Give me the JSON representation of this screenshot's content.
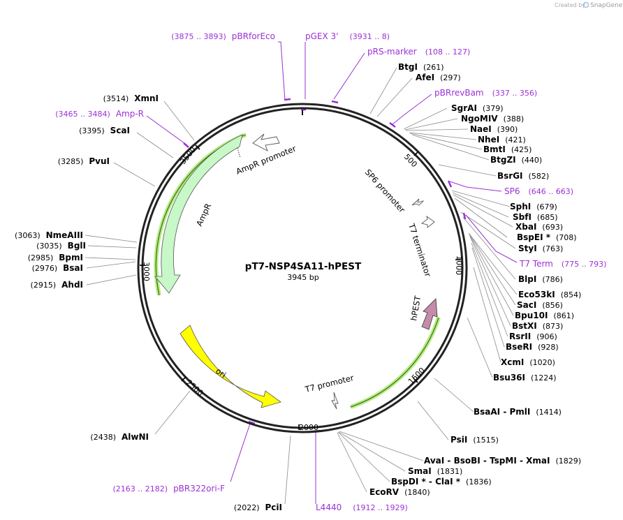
{
  "plasmid": {
    "name": "pT7-NSP4SA11-hPEST",
    "size_label": "3945 bp",
    "length": 3945
  },
  "credit": {
    "text": "Created by",
    "brand": "SnapGene"
  },
  "colors": {
    "primer": "#9b30d6",
    "ori": "#ffff00",
    "amp": "#c8f7c8",
    "hpest": "#c48ca8",
    "highlight": "#b5ec7c"
  },
  "ticks": [
    "500",
    "1000",
    "1500",
    "2000",
    "2500",
    "3000",
    "3500"
  ],
  "features": {
    "ampr_promoter": "AmpR promoter",
    "ampr": "AmpR",
    "sp6_promoter": "SP6 promoter",
    "t7_terminator": "T7 terminator",
    "hpest": "hPEST",
    "ori": "ori",
    "t7_promoter": "T7 promoter"
  },
  "sites_right": [
    {
      "name": "BtgI",
      "pos": "(261)"
    },
    {
      "name": "AfeI",
      "pos": "(297)"
    },
    {
      "name": "SgrAI",
      "pos": "(379)"
    },
    {
      "name": "NgoMIV",
      "pos": "(388)"
    },
    {
      "name": "NaeI",
      "pos": "(390)"
    },
    {
      "name": "NheI",
      "pos": "(421)"
    },
    {
      "name": "BmtI",
      "pos": "(425)"
    },
    {
      "name": "BtgZI",
      "pos": "(440)"
    },
    {
      "name": "BsrGI",
      "pos": "(582)"
    },
    {
      "name": "SphI",
      "pos": "(679)"
    },
    {
      "name": "SbfI",
      "pos": "(685)"
    },
    {
      "name": "XbaI",
      "pos": "(693)"
    },
    {
      "name": "BspEI *",
      "pos": "(708)"
    },
    {
      "name": "StyI",
      "pos": "(763)"
    },
    {
      "name": "BlpI",
      "pos": "(786)"
    },
    {
      "name": "Eco53kI",
      "pos": "(854)"
    },
    {
      "name": "SacI",
      "pos": "(856)"
    },
    {
      "name": "Bpu10I",
      "pos": "(861)"
    },
    {
      "name": "BstXI",
      "pos": "(873)"
    },
    {
      "name": "RsrII",
      "pos": "(906)"
    },
    {
      "name": "BseRI",
      "pos": "(928)"
    },
    {
      "name": "XcmI",
      "pos": "(1020)"
    },
    {
      "name": "Bsu36I",
      "pos": "(1224)"
    },
    {
      "name": "BsaAI  -  PmlI",
      "pos": "(1414)"
    },
    {
      "name": "PsiI",
      "pos": "(1515)"
    }
  ],
  "sites_bottom": [
    {
      "name": "AvaI  -  BsoBI  -  TspMI  -  XmaI",
      "pos": "(1829)"
    },
    {
      "name": "SmaI",
      "pos": "(1831)"
    },
    {
      "name": "BspDI *  -  ClaI *",
      "pos": "(1836)"
    },
    {
      "name": "EcoRV",
      "pos": "(1840)"
    },
    {
      "name": "PciI",
      "pos": "(2022)"
    },
    {
      "name": "AlwNI",
      "pos": "(2438)"
    }
  ],
  "sites_left": [
    {
      "name": "XmnI",
      "pos": "(3514)"
    },
    {
      "name": "ScaI",
      "pos": "(3395)"
    },
    {
      "name": "PvuI",
      "pos": "(3285)"
    },
    {
      "name": "NmeAIII",
      "pos": "(3063)"
    },
    {
      "name": "BglI",
      "pos": "(3035)"
    },
    {
      "name": "BpmI",
      "pos": "(2985)"
    },
    {
      "name": "BsaI",
      "pos": "(2976)"
    },
    {
      "name": "AhdI",
      "pos": "(2915)"
    }
  ],
  "primers": [
    {
      "name": "pBRforEco",
      "range": "(3875 .. 3893)"
    },
    {
      "name": "pGEX 3'",
      "range": "(3931 .. 8)"
    },
    {
      "name": "pRS-marker",
      "range": "(108 .. 127)"
    },
    {
      "name": "pBRrevBam",
      "range": "(337 .. 356)"
    },
    {
      "name": "SP6",
      "range": "(646 .. 663)"
    },
    {
      "name": "T7 Term",
      "range": "(775 .. 793)"
    },
    {
      "name": "L4440",
      "range": "(1912 .. 1929)"
    },
    {
      "name": "pBR322ori-F",
      "range": "(2163 .. 2182)"
    },
    {
      "name": "Amp-R",
      "range": "(3465 .. 3484)"
    }
  ]
}
